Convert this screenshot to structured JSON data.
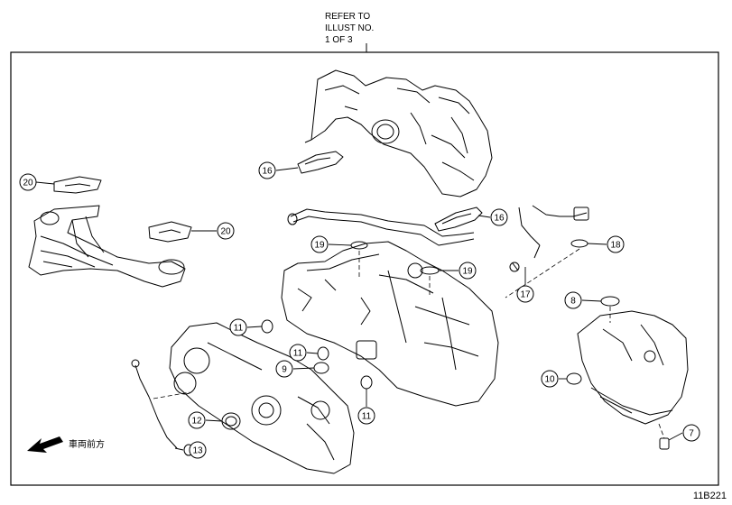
{
  "header": {
    "refer_line1": "REFER TO",
    "refer_line2": "ILLUST NO.",
    "refer_line3": "1 OF 3"
  },
  "drawing_code": "11B221",
  "front_label": "車両前方",
  "callouts": [
    {
      "id": "c20a",
      "label": "20"
    },
    {
      "id": "c20b",
      "label": "20"
    },
    {
      "id": "c16a",
      "label": "16"
    },
    {
      "id": "c16b",
      "label": "16"
    },
    {
      "id": "c19a",
      "label": "19"
    },
    {
      "id": "c19b",
      "label": "19"
    },
    {
      "id": "c18",
      "label": "18"
    },
    {
      "id": "c17",
      "label": "17"
    },
    {
      "id": "c8",
      "label": "8"
    },
    {
      "id": "c11a",
      "label": "11"
    },
    {
      "id": "c11b",
      "label": "11"
    },
    {
      "id": "c11c",
      "label": "11"
    },
    {
      "id": "c9",
      "label": "9"
    },
    {
      "id": "c10",
      "label": "10"
    },
    {
      "id": "c12",
      "label": "12"
    },
    {
      "id": "c13",
      "label": "13"
    },
    {
      "id": "c7",
      "label": "7"
    }
  ]
}
